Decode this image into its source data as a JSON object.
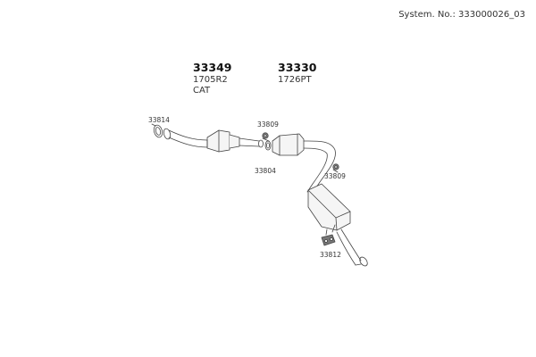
{
  "system_label": "System. No.: 333000026_03",
  "groups": [
    {
      "part_no": "33349",
      "line1": "1705R2",
      "line2": "CAT"
    },
    {
      "part_no": "33330",
      "line1": "1726PT",
      "line2": ""
    }
  ],
  "labels": {
    "gasket_front": "33814",
    "clamp_mid": "33809",
    "ring_mid": "33804",
    "clamp_rear": "33809",
    "hanger_rear": "33812"
  }
}
